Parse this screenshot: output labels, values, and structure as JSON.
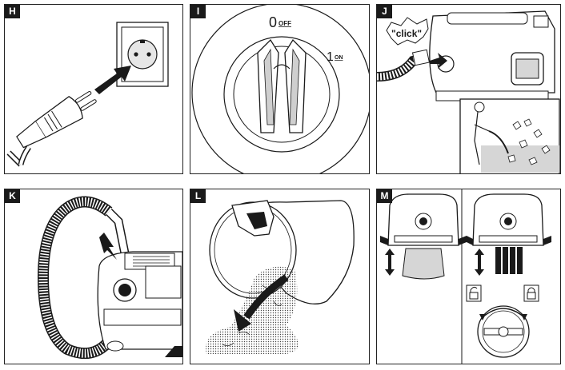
{
  "panels": [
    {
      "label": "H"
    },
    {
      "label": "I"
    },
    {
      "label": "J"
    },
    {
      "label": "K"
    },
    {
      "label": "L"
    },
    {
      "label": "M"
    }
  ],
  "dial": {
    "off_number": "0",
    "off_text": "OFF",
    "on_number": "1",
    "on_text": "ON"
  },
  "click_text": "\"click\"",
  "colors": {
    "stroke": "#1a1a1a",
    "gray": "#d6d6d6",
    "dark_gray": "#9a9a9a"
  }
}
